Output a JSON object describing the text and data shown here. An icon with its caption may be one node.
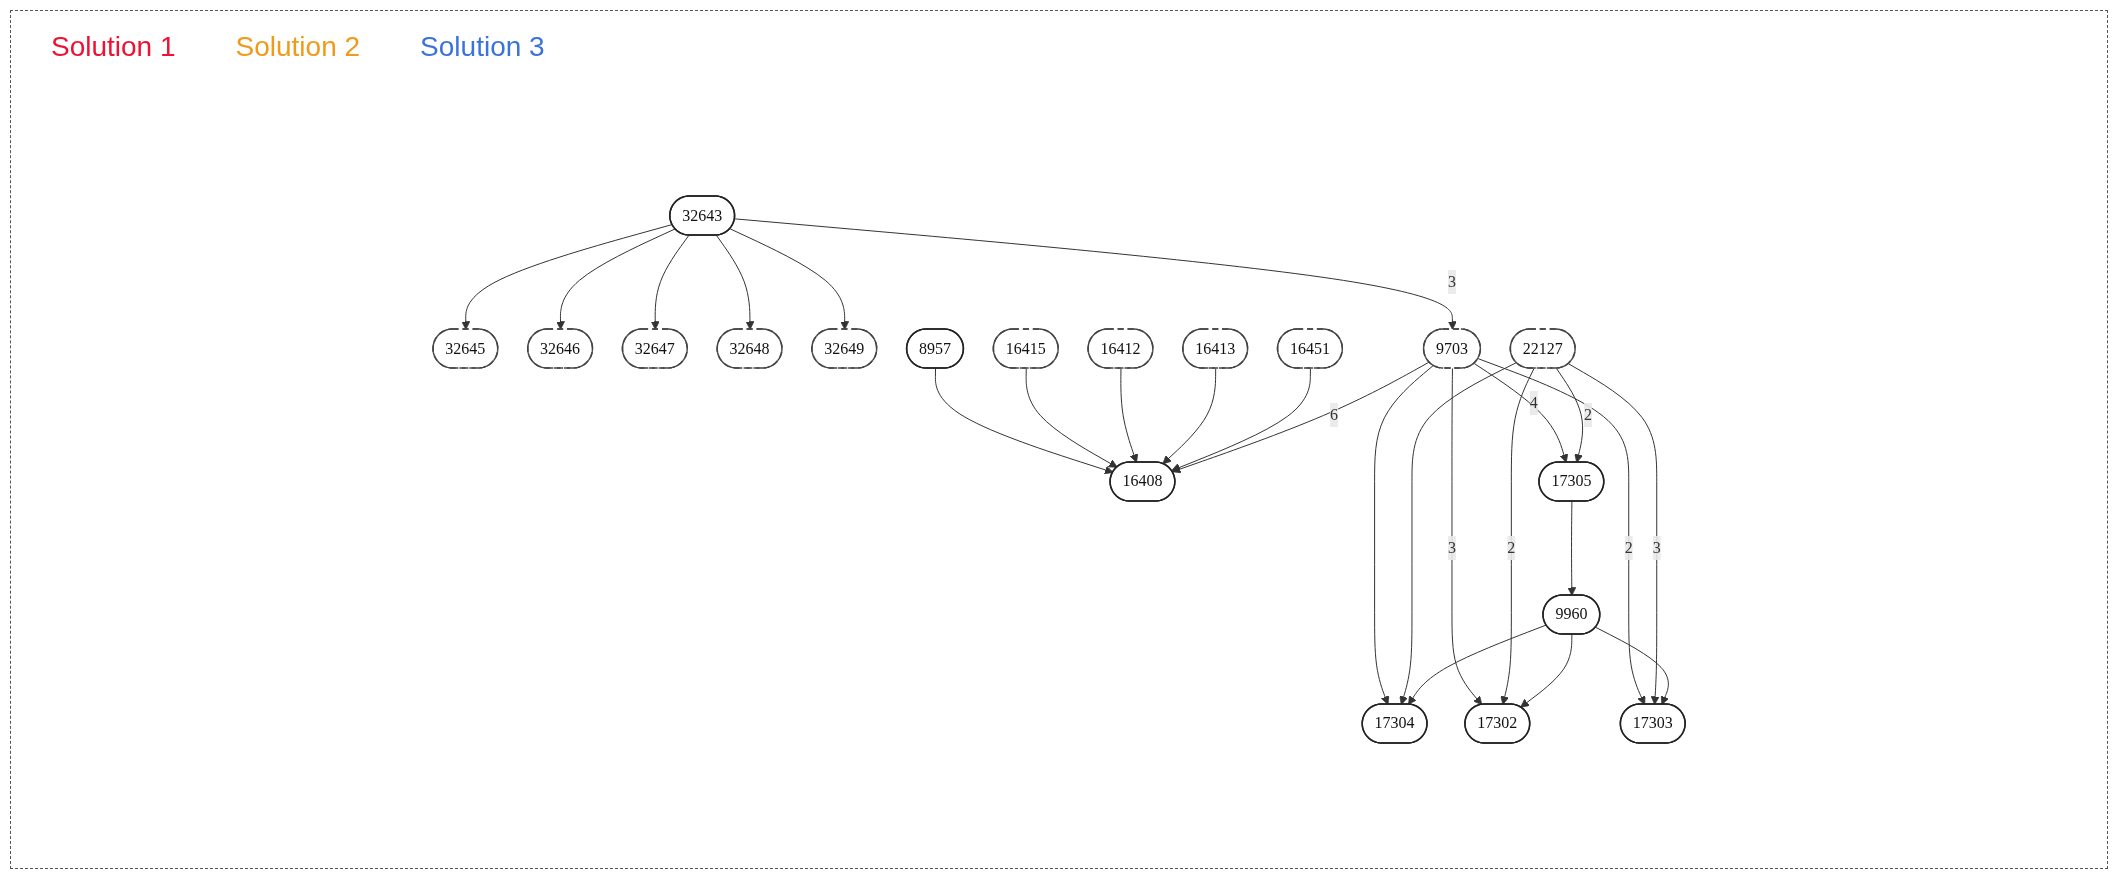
{
  "diagram": {
    "nodes": [
      {
        "text": [
          "32643"
        ]
      },
      {
        "text": [
          "32645"
        ]
      },
      {
        "text": [
          "32646"
        ]
      },
      {
        "text": [
          "32647"
        ]
      },
      {
        "text": [
          "32648"
        ]
      },
      {
        "text": [
          "32649"
        ]
      },
      {
        "text": [
          "8957"
        ]
      },
      {
        "text": [
          "16415"
        ]
      },
      {
        "text": [
          "16412"
        ]
      },
      {
        "text": [
          "16413"
        ]
      },
      {
        "text": [
          "16451"
        ]
      },
      {
        "text": [
          "9703"
        ]
      },
      {
        "text": [
          "22127"
        ]
      },
      {
        "text": [
          "16408"
        ]
      },
      {
        "text": [
          "17305"
        ]
      },
      {
        "text": [
          "9960"
        ]
      },
      {
        "text": [
          "17304"
        ]
      },
      {
        "text": [
          "17302"
        ]
      },
      {
        "text": [
          "17303"
        ]
      }
    ],
    "edges": [
      {
        "from": 0,
        "to": 1,
        "arrow": "to"
      },
      {
        "from": 0,
        "to": 2,
        "arrow": "to"
      },
      {
        "from": 0,
        "to": 3,
        "arrow": "to"
      },
      {
        "from": 0,
        "to": 4,
        "arrow": "to"
      },
      {
        "from": 0,
        "to": 5,
        "arrow": "to"
      },
      {
        "from": 0,
        "to": 11,
        "arrow": "to",
        "label": "3"
      },
      {
        "from": 6,
        "to": 13,
        "arrow": "to"
      },
      {
        "from": 7,
        "to": 13,
        "arrow": "to"
      },
      {
        "from": 8,
        "to": 13,
        "arrow": "to"
      },
      {
        "from": 9,
        "to": 13,
        "arrow": "to"
      },
      {
        "from": 10,
        "to": 13,
        "arrow": "to"
      },
      {
        "from": 11,
        "to": 13,
        "arrow": "to",
        "label": "6"
      },
      {
        "from": 11,
        "to": 16,
        "arrow": "to"
      },
      {
        "from": 11,
        "to": 17,
        "arrow": "to",
        "label": "3"
      },
      {
        "from": 11,
        "to": 14,
        "arrow": "to",
        "label": "4"
      },
      {
        "from": 11,
        "to": 18,
        "arrow": "to",
        "label": "2"
      },
      {
        "from": 12,
        "to": 16,
        "arrow": "to"
      },
      {
        "from": 12,
        "to": 14,
        "arrow": "to",
        "label": "2"
      },
      {
        "from": 12,
        "to": 17,
        "arrow": "to",
        "label": "2"
      },
      {
        "from": 12,
        "to": 18,
        "arrow": "to",
        "label": "3"
      },
      {
        "from": 14,
        "to": 15,
        "arrow": "to"
      },
      {
        "from": 15,
        "to": 16,
        "arrow": "to"
      },
      {
        "from": 15,
        "to": 17,
        "arrow": "to"
      },
      {
        "from": 15,
        "to": 18,
        "arrow": "to"
      }
    ],
    "labels": [
      "Solution 1",
      "Solution 2",
      "Solution 3"
    ]
  }
}
